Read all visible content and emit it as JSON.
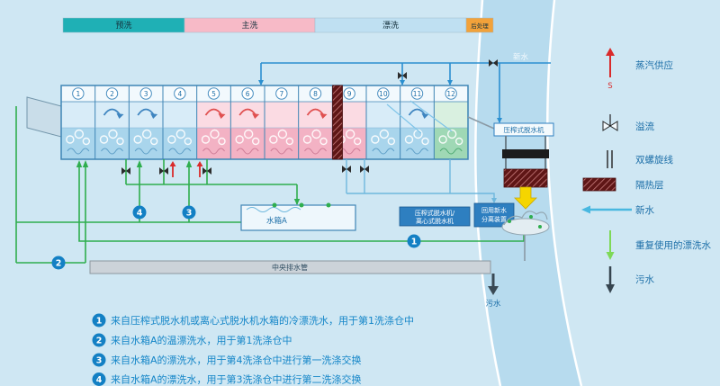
{
  "colors": {
    "background": "#cfe7f3",
    "river_band": "#b7dbee",
    "prewash_teal": "#1fb0b5",
    "mainwash_pink": "#f7bac7",
    "rinse_lightblue": "#bfe0f2",
    "finish_orange": "#f2a23a",
    "pipe_green": "#2fae4e",
    "pipe_blue": "#2b8fd0",
    "steam_red": "#d92b2b",
    "marker_blue": "#1380c4",
    "note_text_blue": "#1586c8",
    "yellow_arrow": "#f5d500"
  },
  "top_legend": {
    "segments": [
      {
        "label": "预洗",
        "color": "#1fb0b5"
      },
      {
        "label": "主洗",
        "color": "#f7bac7"
      },
      {
        "label": "漂洗",
        "color": "#bfe0f2"
      },
      {
        "label": "后处理",
        "color": "#f2a23a"
      }
    ]
  },
  "machine": {
    "compartments": [
      "1",
      "2",
      "3",
      "4",
      "5",
      "6",
      "7",
      "8",
      "9",
      "10",
      "11",
      "12"
    ]
  },
  "labels": {
    "fresh_water_top": "新水",
    "tank_a": "水箱A",
    "central_drain": "中央排水管",
    "sewage_bottom": "污水",
    "press_top": "压榨式脱水机",
    "press_box_line1": "压榨式脱水机/",
    "press_box_line2": "离心式脱水机",
    "recycle_box_line1": "回用新水",
    "recycle_box_line2": "分离装置",
    "steam_s": "S"
  },
  "side_legend": {
    "items": [
      {
        "icon": "steam-up-arrow",
        "label": "蒸汽供应"
      },
      {
        "icon": "overflow-valve",
        "label": "溢流"
      },
      {
        "icon": "double-spiral",
        "label": "双螺旋线"
      },
      {
        "icon": "insulation",
        "label": "隔热层"
      },
      {
        "icon": "fresh-water-arrow",
        "label": "新水"
      },
      {
        "icon": "reused-rinse-arrow",
        "label": "重复使用的漂洗水"
      },
      {
        "icon": "sewage-arrow",
        "label": "污水"
      }
    ]
  },
  "flow_markers": [
    "4",
    "3",
    "2",
    "1"
  ],
  "bottom_notes": [
    {
      "num": "1",
      "text": "来自压榨式脱水机或离心式脱水机水箱的冷漂洗水，用于第1洗涤仓中"
    },
    {
      "num": "2",
      "text": "来自水箱A的温漂洗水，用于第1洗涤仓中"
    },
    {
      "num": "3",
      "text": "来自水箱A的漂洗水，用于第4洗涤仓中进行第一洗涤交换"
    },
    {
      "num": "4",
      "text": "来自水箱A的漂洗水，用于第3洗涤仓中进行第二洗涤交换"
    }
  ]
}
